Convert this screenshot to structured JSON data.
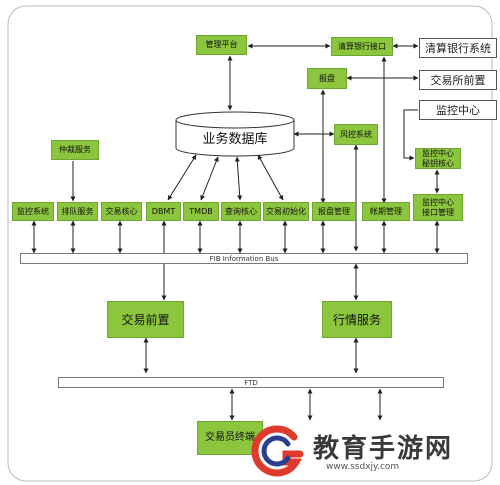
{
  "nodes": {
    "mgmt_platform": "管理平台",
    "clearing_bank_interface": "清算银行接口",
    "clearing_bank_system": "清算银行系统",
    "report": "报盘",
    "exchange_front": "交易所前置",
    "monitor_center_ext": "监控中心",
    "business_db": "业务数据库",
    "risk_system": "风控系统",
    "arbitration": "仲裁服务",
    "monitor_key_core": "监控中心\n秘钥核心",
    "monitor_system": "监控系统",
    "queue_service": "排队服务",
    "trade_core": "交易核心",
    "dbmt": "DBMT",
    "tmdb": "TMDB",
    "query_core": "查询核心",
    "trade_init": "交易初始化",
    "report_mgmt": "报盘管理",
    "account_mgmt": "帐期管理",
    "monitor_iface_mgmt": "监控中心\n接口管理",
    "trade_front": "交易前置",
    "quote_service": "行情服务",
    "trader_terminal": "交易员终端"
  },
  "buses": {
    "fib": "FIB Information Bus",
    "ftd": "FTD"
  },
  "watermark": {
    "text": "教育手游网",
    "url": "www.ssdxjy.com",
    "logo": "game-logo-icon",
    "color_primary": "#e03a2f",
    "color_secondary": "#2c3e8f"
  },
  "colors": {
    "node_fill": "#8cc63f",
    "arrow": "#222222"
  }
}
